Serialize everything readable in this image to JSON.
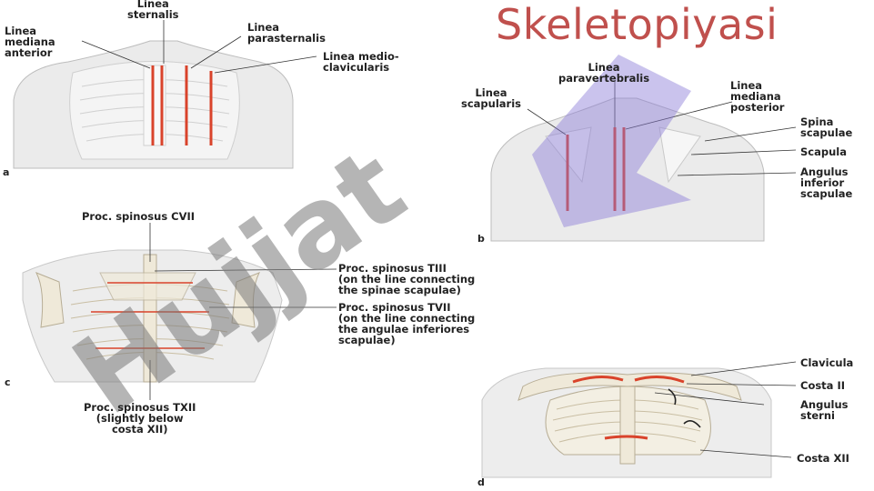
{
  "title": "Skeletopiyasi",
  "panel_a": {
    "letter": "a",
    "labels": {
      "linea_sternalis": "Linea\nsternalis",
      "linea_mediana_anterior": "Linea\nmediana\nanterior",
      "linea_parasternalis": "Linea\nparasternalis",
      "linea_medioclavicularis": "Linea medio-\nclavicularis"
    }
  },
  "panel_b": {
    "letter": "b",
    "labels": {
      "linea_paravertebralis": "Linea\nparavertebralis",
      "linea_scapularis": "Linea\nscapularis",
      "linea_mediana_posterior": "Linea\nmediana\nposterior",
      "spina_scapulae": "Spina\nscapulae",
      "scapula": "Scapula",
      "angulus_inferior": "Angulus\ninferior\nscapulae"
    }
  },
  "panel_c": {
    "letter": "c",
    "labels": {
      "proc_cvii": "Proc. spinosus CVII",
      "proc_tiii": "Proc. spinosus TIII\n(on the line connecting\nthe spinae scapulae)",
      "proc_tvii": "Proc. spinosus TVII\n(on the line connecting\nthe angulae inferiores\nscapulae)",
      "proc_txii": "Proc. spinosus TXII\n(slightly below\ncosta XII)"
    }
  },
  "panel_d": {
    "letter": "d",
    "labels": {
      "clavicula": "Clavicula",
      "costa_ii": "Costa II",
      "angulus_sterni": "Angulus\nsterni",
      "costa_xii": "Costa XII"
    }
  },
  "watermark_text": "Hujjat",
  "colors": {
    "title": "#c0504d",
    "line_red": "#d9432b",
    "bone": "#ece6d6",
    "body": "#e9e9e9"
  }
}
